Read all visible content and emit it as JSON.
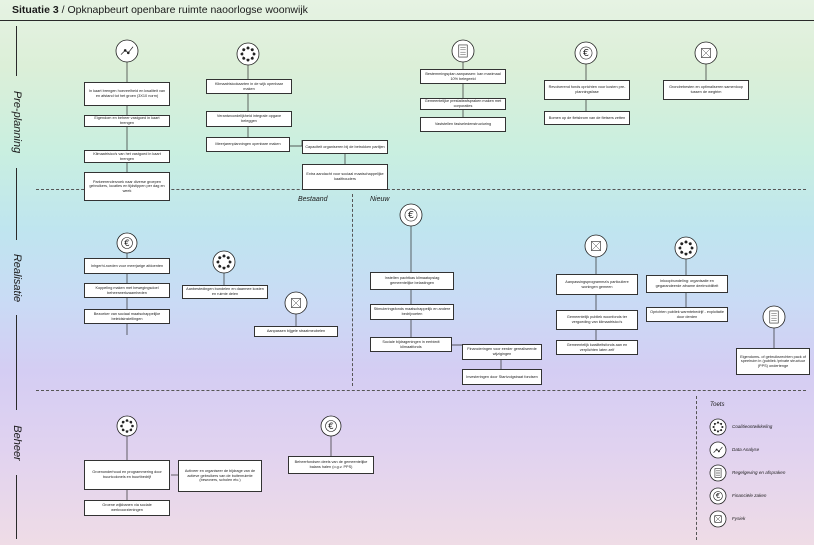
{
  "header": {
    "title_bold": "Situatie 3",
    "title_rest": " / Opknapbeurt openbare ruimte naoorlogse woonwijk"
  },
  "phases": {
    "pre_planning": "Pre-planning",
    "realisatie": "Realisatie",
    "beheer": "Beheer"
  },
  "columns": {
    "bestaand": "Bestaand",
    "nieuw": "Nieuw"
  },
  "nodes": {
    "pp1": "In kaart brengen hoeveelheid en kwaliteit van en afstand tot het groen (3X10 norm)",
    "pp2": "Eigendom en beheer vastgoed in kaart brengen",
    "pp3": "Klimaatrisico's van het vastgoed in kaart brengen",
    "pp4": "Parkeerenderzoek naar diverse groepen gebruikers, locaties en tijdstippen per dag en week",
    "pp5": "Klimaatrisicokaarten in de wijk openbaar maken",
    "pp6": "Verantwoordelijkheid integrale opgave beleggen",
    "pp7": "Meerjarenplanningen openbare maken",
    "pp8": "Capaciteit organiseren bij de betrokken partijen",
    "pp9": "Extra aandacht voor sociaal maatschappelijke kaaithouders",
    "pp10": "Bestemmingsplan aanpassen: kan maximaal 10% belegeeld",
    "pp11": "Gemeentelijke prestatieafspraken maken met corporaties",
    "pp12": "Vaststellen fasiseledenstructuring",
    "pp13": "Revolverend fonds oprichten voor kosten pre-planningsfase",
    "pp14": "Bomen op de fietsbrom van de fietsers zetten",
    "pp15": "Grondrebesten en optimaliseren samenloop tussen de wegtrim",
    "rb1": "Inhgerhi-roeden voor meerjarige afdoenten",
    "rb2": "Koppeling maken met bewegingsdoel beheerwerkzaamheden",
    "rb3": "Bezoeker van sociaal maatschappelijke beleidsinstellingen",
    "rb4": "Aanbestedingen bundelen en daarmee kosten en ruimte delen",
    "rb5": "Aanpassen bijgele straatmeubelen",
    "rn1": "Instellen pachtkas klimaatopslag gemeentelijke belastingen",
    "rn2": "Stimuleringsfonds maatschappelijk en andere bedrijvoeten",
    "rn3": "Sociale bijdrageningen in eerbiedt klimaatfonds",
    "rn4": "Financieringen voor eerder gerealiseerde wijzigingen",
    "rn5": "Investeringen door Startvolgstraat fondsen",
    "rn6": "Aanpassingsprogramma's particuliere woningen gemeen",
    "rn7": "Gemeentelijk publiek woonfonds ter vergoeding van klimaatrisico's",
    "rn8": "Gemeentelijk kwaliteitsfonds aan en verplichten laten zelf",
    "rn9": "Inkoopbundeling: organisatie en gegarandeerde afname deelmobiliteit",
    "rn10": "Oprichten publiek warmtebedrijf - exploitatie door derden",
    "rn11": "Eigendoms- of gebruiksrechten pack of speelruim in (publiek /private structuur (PPS) ondertenge",
    "bh1": "Groenonderhoud en programmering door buurtcolonels en buurtbedrijf",
    "bh2": "Groene wijkbanen via sociale werkvoorzieningen",
    "bh3": "Activeer en organiseer de bijdrage van de actieve gebruikers van de buitenruimte (bewoners, scholen etc.)",
    "bh4": "Beheerfondsen deels van de gemeentelijke balans halen (o.g.v. PPS)"
  },
  "legend": {
    "title": "Toets",
    "items": [
      {
        "icon": "network-icon",
        "label": "Coalitieontwikkeling"
      },
      {
        "icon": "chart-icon",
        "label": "Data Analyse"
      },
      {
        "icon": "document-icon",
        "label": "Regelgeving en afspraken"
      },
      {
        "icon": "euro-icon",
        "label": "Financiële zaken"
      },
      {
        "icon": "cube-icon",
        "label": "Fysiek"
      }
    ]
  },
  "colors": {
    "stroke": "#2a2a2a",
    "box_fill": "#ffffff",
    "background_top": "#e6f3e3",
    "background_middle": "#bfe5ef",
    "background_bottom": "#efdce6"
  }
}
